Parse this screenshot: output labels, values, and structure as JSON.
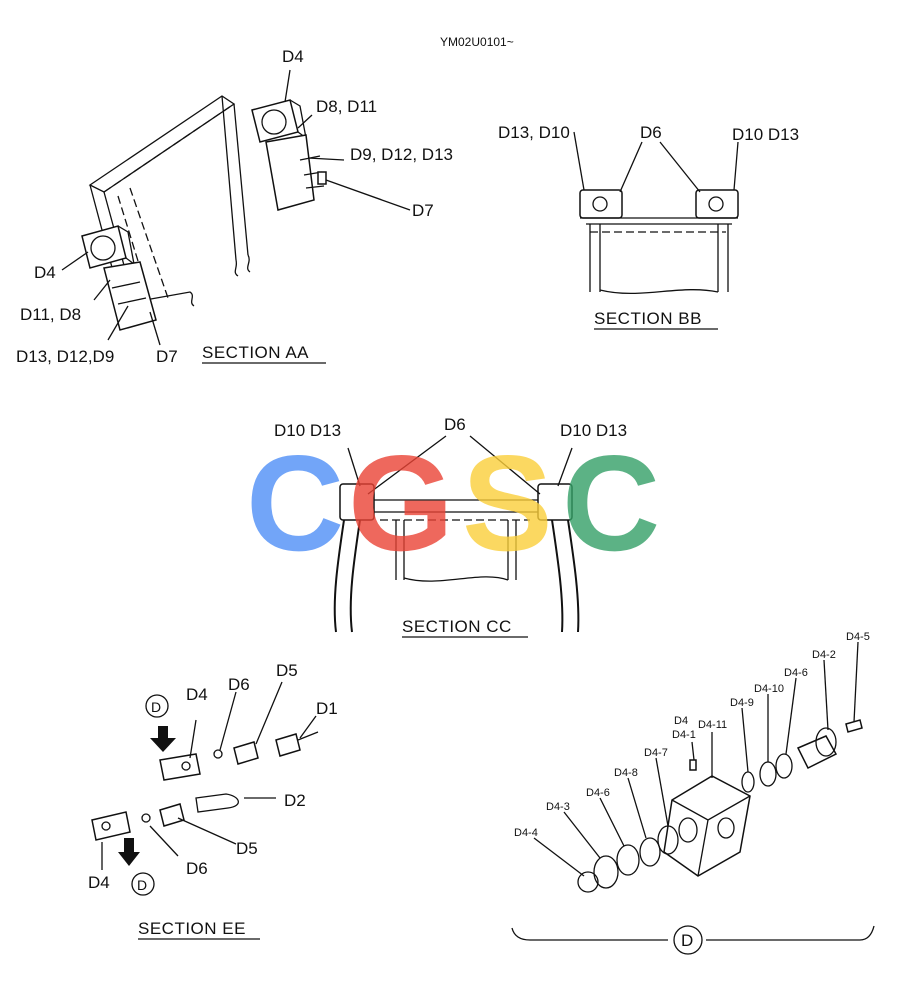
{
  "drawing_code": "YM02U0101~",
  "watermark": {
    "text": "CGSC",
    "colors": [
      "#4f8ff7",
      "#ea4335",
      "#fbcf3a",
      "#34a067"
    ]
  },
  "section_aa": {
    "title": "SECTION AA",
    "labels": [
      "D4",
      "D8, D11",
      "D9, D12, D13",
      "D7",
      "D4",
      "D11, D8",
      "D13, D12,D9",
      "D7"
    ]
  },
  "section_bb": {
    "title": "SECTION BB",
    "labels": [
      "D13, D10",
      "D6",
      "D10 D13"
    ]
  },
  "section_cc": {
    "title": "SECTION CC",
    "labels": [
      "D10 D13",
      "D6",
      "D10 D13"
    ]
  },
  "section_ee": {
    "title": "SECTION EE",
    "labels": [
      "D4",
      "D6",
      "D5",
      "D1",
      "D2",
      "D5",
      "D6",
      "D4"
    ],
    "view_marker": "D"
  },
  "detail_d": {
    "marker": "D",
    "labels": [
      "D4-5",
      "D4-2",
      "D4-6",
      "D4-10",
      "D4-9",
      "D4",
      "D4-1",
      "D4-11",
      "D4-7",
      "D4-8",
      "D4-6",
      "D4-3",
      "D4-4"
    ]
  }
}
